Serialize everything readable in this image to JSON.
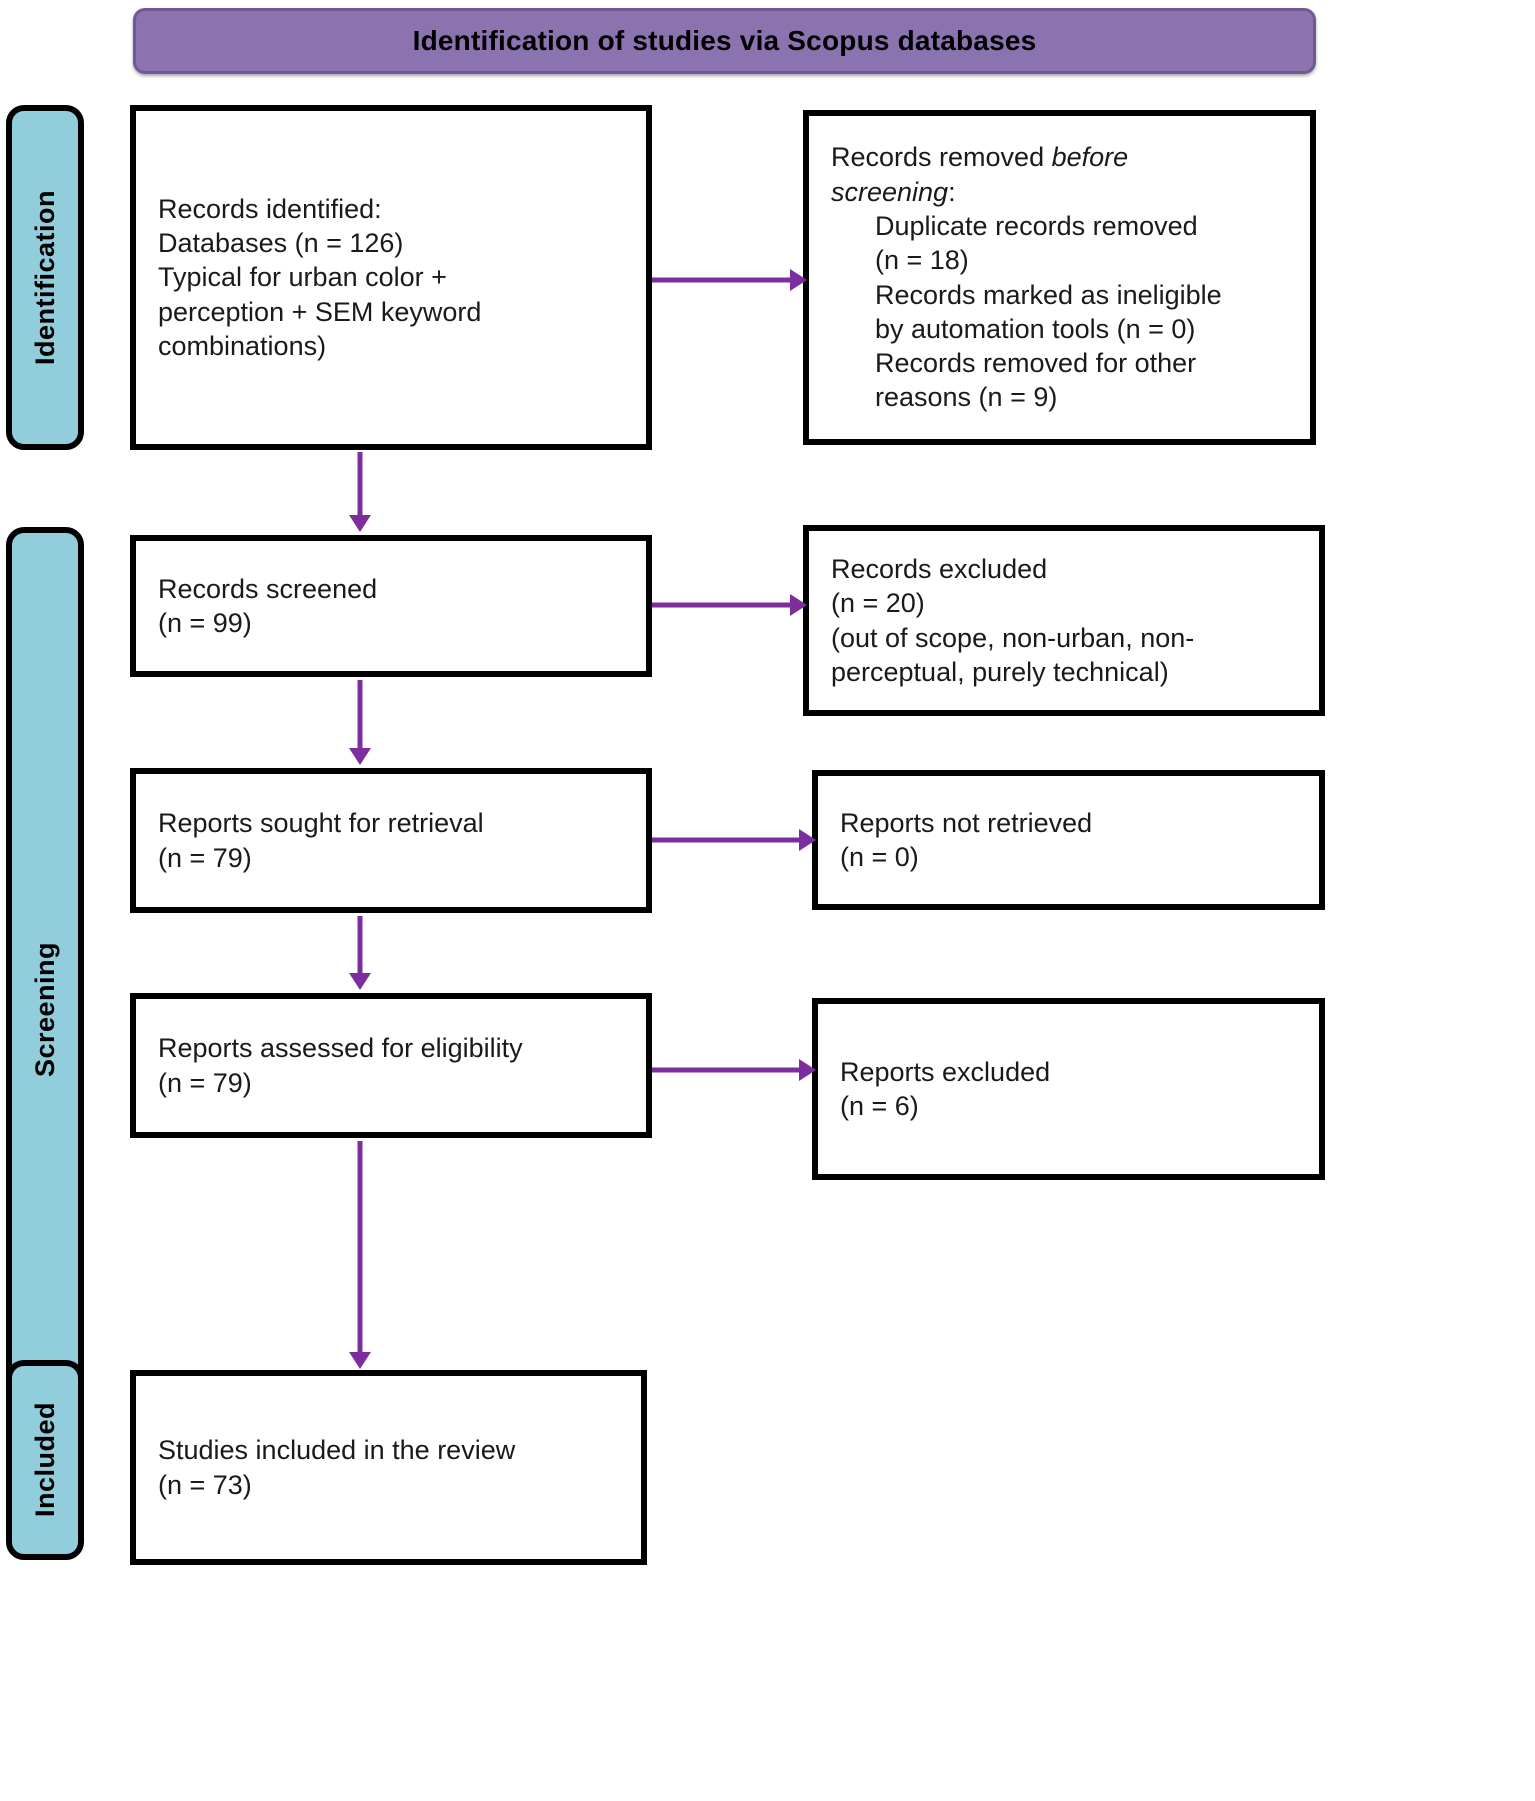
{
  "banner": {
    "title": "Identification of studies via Scopus databases",
    "color": "#8B73B0"
  },
  "stages": [
    {
      "key": "identification",
      "label": "Identification"
    },
    {
      "key": "screening",
      "label": "Screening"
    },
    {
      "key": "included",
      "label": "Included"
    }
  ],
  "colors": {
    "stage_bar": "#92CDDC",
    "arrow": "#7D2E9E",
    "box_border": "#000000",
    "banner": "#8B73B0"
  },
  "boxes": {
    "identified": {
      "line1": "Records identified:",
      "line2": "Databases (n = 126)",
      "line3": "Typical for urban color +",
      "line4": "perception + SEM keyword",
      "line5": "combinations)"
    },
    "removed": {
      "line1_plain": "Records removed ",
      "line1_italic": "before",
      "line2_italic": "screening",
      "line2_plain": ":",
      "line3": "Duplicate records removed",
      "line4": "(n = 18)",
      "line5": "Records marked as ineligible",
      "line6": "by automation tools (n = 0)",
      "line7": "Records removed for other",
      "line8": "reasons (n = 9)"
    },
    "screened": {
      "line1": "Records screened",
      "line2": "(n = 99)"
    },
    "records_excluded": {
      "line1": "Records excluded",
      "line2": "(n = 20)",
      "line3": "(out of scope, non-urban, non-",
      "line4": "perceptual, purely technical)"
    },
    "sought": {
      "line1": "Reports sought for retrieval",
      "line2": "(n = 79)"
    },
    "not_retrieved": {
      "line1": "Reports not retrieved",
      "line2": "(n = 0)"
    },
    "assessed": {
      "line1": "Reports assessed for eligibility",
      "line2": "(n = 79)"
    },
    "reports_excluded": {
      "line1": "Reports excluded",
      "line2": "(n = 6)"
    },
    "included": {
      "line1": "Studies included in the review",
      "line2": "(n = 73)"
    }
  },
  "chart_data": {
    "type": "diagram",
    "title": "Identification of studies via Scopus databases",
    "nodes": [
      {
        "id": "identified",
        "stage": "Identification",
        "label": "Records identified: Databases",
        "n": 126
      },
      {
        "id": "removed",
        "stage": "Identification",
        "label": "Records removed before screening",
        "duplicates_n": 18,
        "automation_ineligible_n": 0,
        "other_reasons_n": 9
      },
      {
        "id": "screened",
        "stage": "Screening",
        "label": "Records screened",
        "n": 99
      },
      {
        "id": "records_excluded",
        "stage": "Screening",
        "label": "Records excluded",
        "n": 20,
        "reasons": "out of scope, non-urban, non-perceptual, purely technical"
      },
      {
        "id": "sought",
        "stage": "Screening",
        "label": "Reports sought for retrieval",
        "n": 79
      },
      {
        "id": "not_retrieved",
        "stage": "Screening",
        "label": "Reports not retrieved",
        "n": 0
      },
      {
        "id": "assessed",
        "stage": "Screening",
        "label": "Reports assessed for eligibility",
        "n": 79
      },
      {
        "id": "reports_excluded",
        "stage": "Screening",
        "label": "Reports excluded",
        "n": 6
      },
      {
        "id": "included",
        "stage": "Included",
        "label": "Studies included in the review",
        "n": 73
      }
    ],
    "edges": [
      {
        "from": "identified",
        "to": "removed"
      },
      {
        "from": "identified",
        "to": "screened"
      },
      {
        "from": "screened",
        "to": "records_excluded"
      },
      {
        "from": "screened",
        "to": "sought"
      },
      {
        "from": "sought",
        "to": "not_retrieved"
      },
      {
        "from": "sought",
        "to": "assessed"
      },
      {
        "from": "assessed",
        "to": "reports_excluded"
      },
      {
        "from": "assessed",
        "to": "included"
      }
    ]
  }
}
